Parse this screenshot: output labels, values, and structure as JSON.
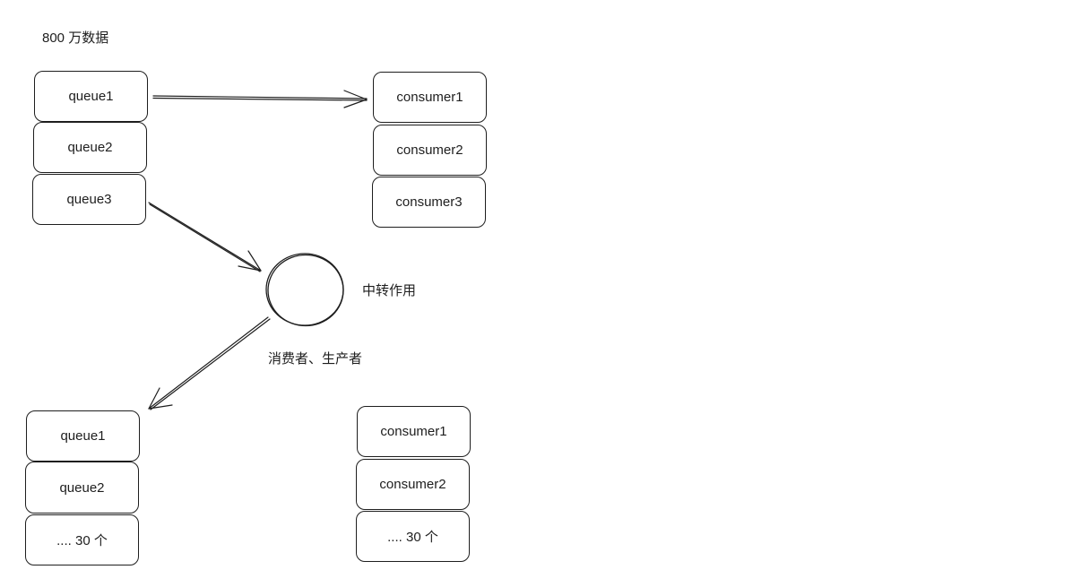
{
  "title": "800 万数据",
  "top_queues": [
    "queue1",
    "queue2",
    "queue3"
  ],
  "top_consumers": [
    "consumer1",
    "consumer2",
    "consumer3"
  ],
  "relay": {
    "label": "中转作用",
    "sublabel": "消费者、生产者"
  },
  "bottom_queues": [
    "queue1",
    "queue2",
    ".... 30 个"
  ],
  "bottom_consumers": [
    "consumer1",
    "consumer2",
    ".... 30 个"
  ],
  "stroke_color": "#1e1e1e"
}
